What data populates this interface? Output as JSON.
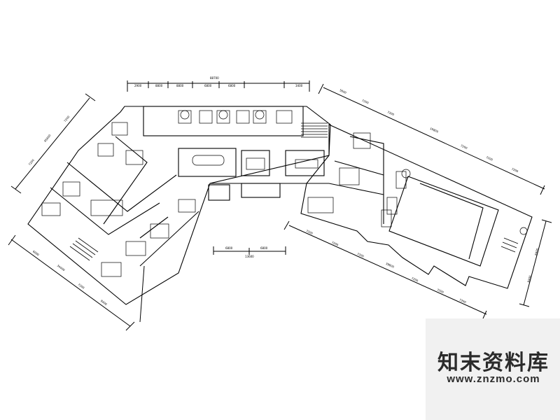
{
  "plan": {
    "dimensions": {
      "top_overall": "88700",
      "top_segments": [
        "2900",
        "8800",
        "8800",
        "6800",
        "6800",
        "3400"
      ],
      "bottom_scale": [
        "6800",
        "6800"
      ],
      "bottom_scale_total": "13600",
      "right_upper": [
        "5600",
        "7200",
        "7200",
        "16800",
        "7200",
        "7200",
        "7200"
      ],
      "right_lower": [
        "7200",
        "7200",
        "7200",
        "39600",
        "7200",
        "7200",
        "7200"
      ],
      "left_upper": [
        "7200",
        "65600",
        "7200"
      ],
      "left_lower": [
        "6000",
        "34400",
        "7200",
        "8400"
      ],
      "right_end": [
        "8400",
        "8400"
      ]
    }
  },
  "watermark": {
    "title": "知末资料库",
    "url": "www.znzmo.com"
  }
}
